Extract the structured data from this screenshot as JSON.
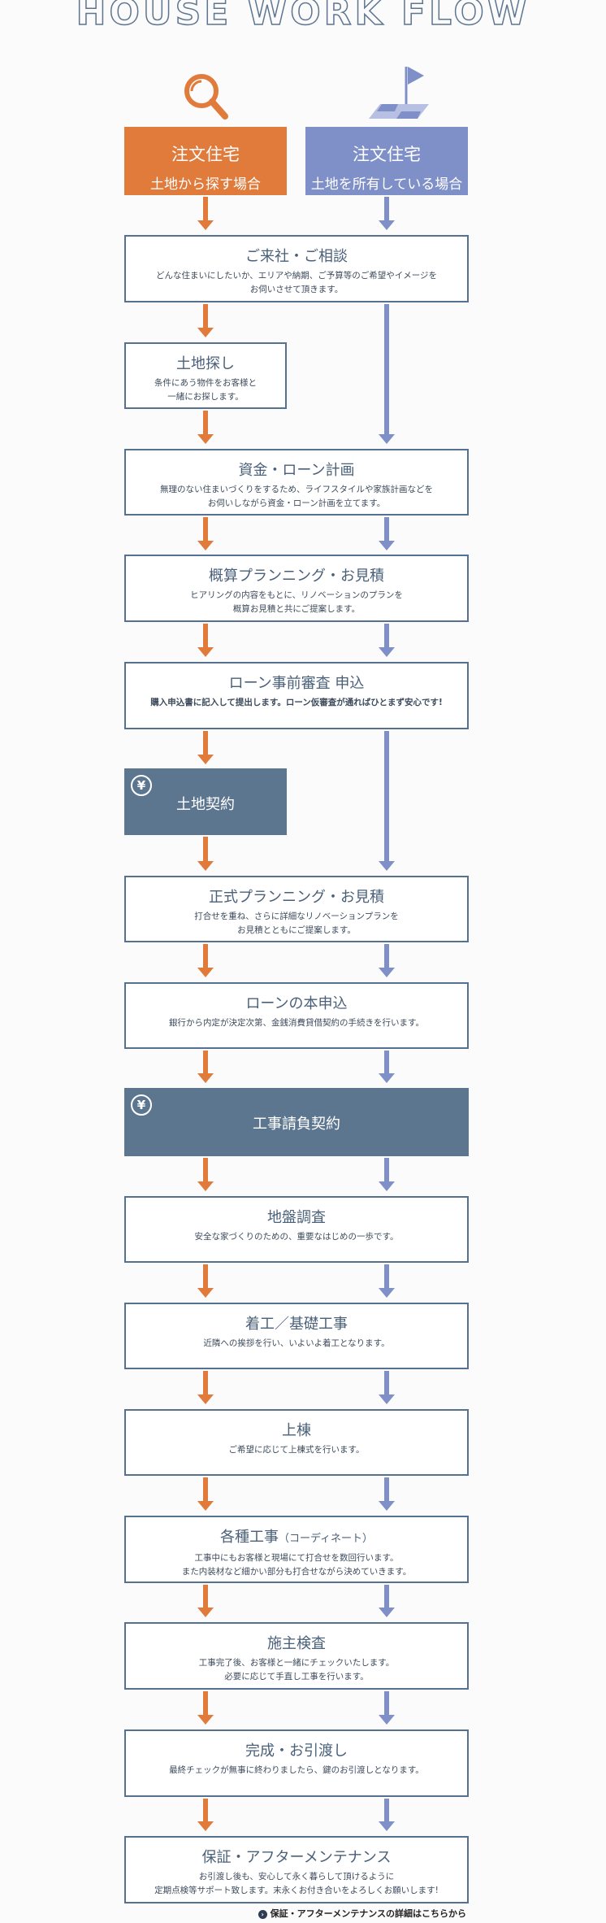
{
  "title": "HOUSE WORK FLOW",
  "colors": {
    "orange": "#e07b3c",
    "blue": "#7f90c9",
    "border": "#56718f",
    "dark": "#5d7690"
  },
  "icons": {
    "left": "magnifier-icon",
    "right": "flag-icon",
    "yen": "yen-icon"
  },
  "starts": {
    "left": {
      "line1": "注文住宅",
      "line2": "土地から探す場合"
    },
    "right": {
      "line1": "注文住宅",
      "line2": "土地を所有している場合"
    }
  },
  "steps": {
    "s1": {
      "title": "ご来社・ご相談",
      "desc1": "どんな住まいにしたいか、エリアや納期、ご予算等のご希望やイメージを",
      "desc2": "お伺いさせて頂きます。"
    },
    "s2": {
      "title": "土地探し",
      "desc1": "条件にあう物件をお客様と",
      "desc2": "一緒にお探します。"
    },
    "s3": {
      "title": "資金・ローン計画",
      "desc1": "無理のない住まいづくりをするため、ライフスタイルや家族計画などを",
      "desc2": "お伺いしながら資金・ローン計画を立てます。"
    },
    "s4": {
      "title": "概算プランニング・お見積",
      "desc1": "ヒアリングの内容をもとに、リノベーションのプランを",
      "desc2": "概算お見積と共にご提案します。"
    },
    "s5": {
      "title": "ローン事前審査 申込",
      "desc1": "購入申込書に記入して提出します。ローン仮審査が通ればひとまず安心です!"
    },
    "s6": {
      "title": "土地契約"
    },
    "s7": {
      "title": "正式プランニング・お見積",
      "desc1": "打合せを重ね、さらに詳細なリノベーションプランを",
      "desc2": "お見積とともにご提案します。"
    },
    "s8": {
      "title": "ローンの本申込",
      "desc1": "銀行から内定が決定次第、金銭消費貸借契約の手続きを行います。"
    },
    "s9": {
      "title": "工事請負契約"
    },
    "s10": {
      "title": "地盤調査",
      "desc1": "安全な家づくりのための、重要なはじめの一歩です。"
    },
    "s11": {
      "title": "着工／基礎工事",
      "desc1": "近隣への挨拶を行い、いよいよ着工となります。"
    },
    "s12": {
      "title": "上棟",
      "desc1": "ご希望に応じて上棟式を行います。"
    },
    "s13": {
      "title": "各種工事",
      "sub": "（コーディネート）",
      "desc1": "工事中にもお客様と現場にて打合せを数回行います。",
      "desc2": "また内装材など細かい部分も打合せながら決めていきます。"
    },
    "s14": {
      "title": "施主検査",
      "desc1": "工事完了後、お客様と一緒にチェックいたします。",
      "desc2": "必要に応じて手直し工事を行います。"
    },
    "s15": {
      "title": "完成・お引渡し",
      "desc1": "最終チェックが無事に終わりましたら、鍵のお引渡しとなります。"
    },
    "s16": {
      "title": "保証・アフターメンテナンス",
      "desc1": "お引渡し後も、安心して永く暮らして頂けるように",
      "desc2": "定期点検等サポート致します。末永くお付き合いをよろしくお願いします!"
    }
  },
  "footer_link": "保証・アフターメンテナンスの詳細はこちらから"
}
